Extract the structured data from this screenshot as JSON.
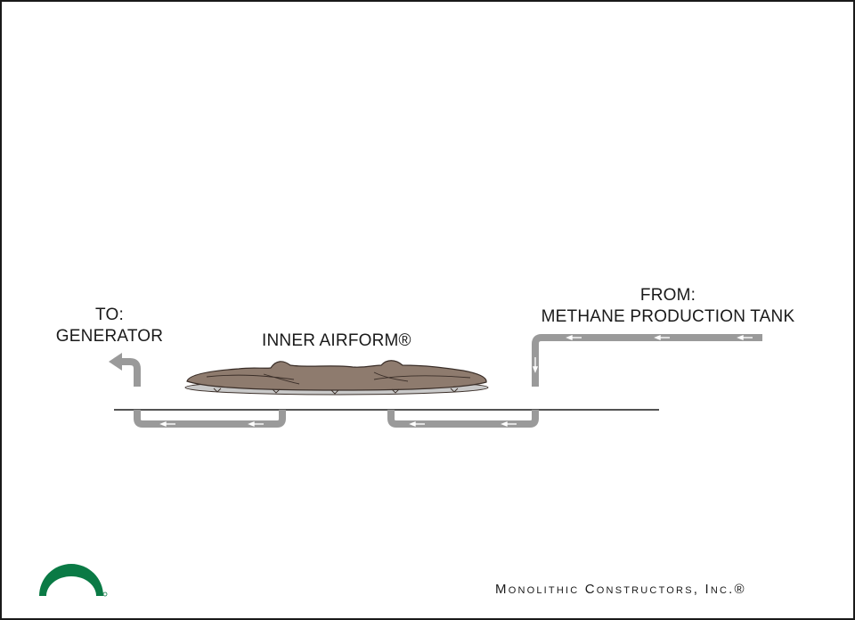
{
  "labels": {
    "to_line1": "TO:",
    "to_line2": "GENERATOR",
    "airform": "INNER AIRFORM®",
    "from_line1": "FROM:",
    "from_line2": "METHANE PRODUCTION TANK"
  },
  "brand": {
    "company": "Monolithic Constructors, Inc.®"
  },
  "colors": {
    "pipe": "#9a9a9a",
    "ground_line": "#1a1a1a",
    "airform_fill": "#8e7b6e",
    "airform_outline": "#3a2e28",
    "base_plate": "#c9c9c9",
    "logo_green": "#0a7a45",
    "frame": "#1a1a1a"
  },
  "icons": {
    "flow_arrow": "left-arrow-icon",
    "down_arrow": "down-arrow-icon",
    "exit_arrow": "up-left-arrow-icon",
    "logo": "dome-logo-icon"
  }
}
